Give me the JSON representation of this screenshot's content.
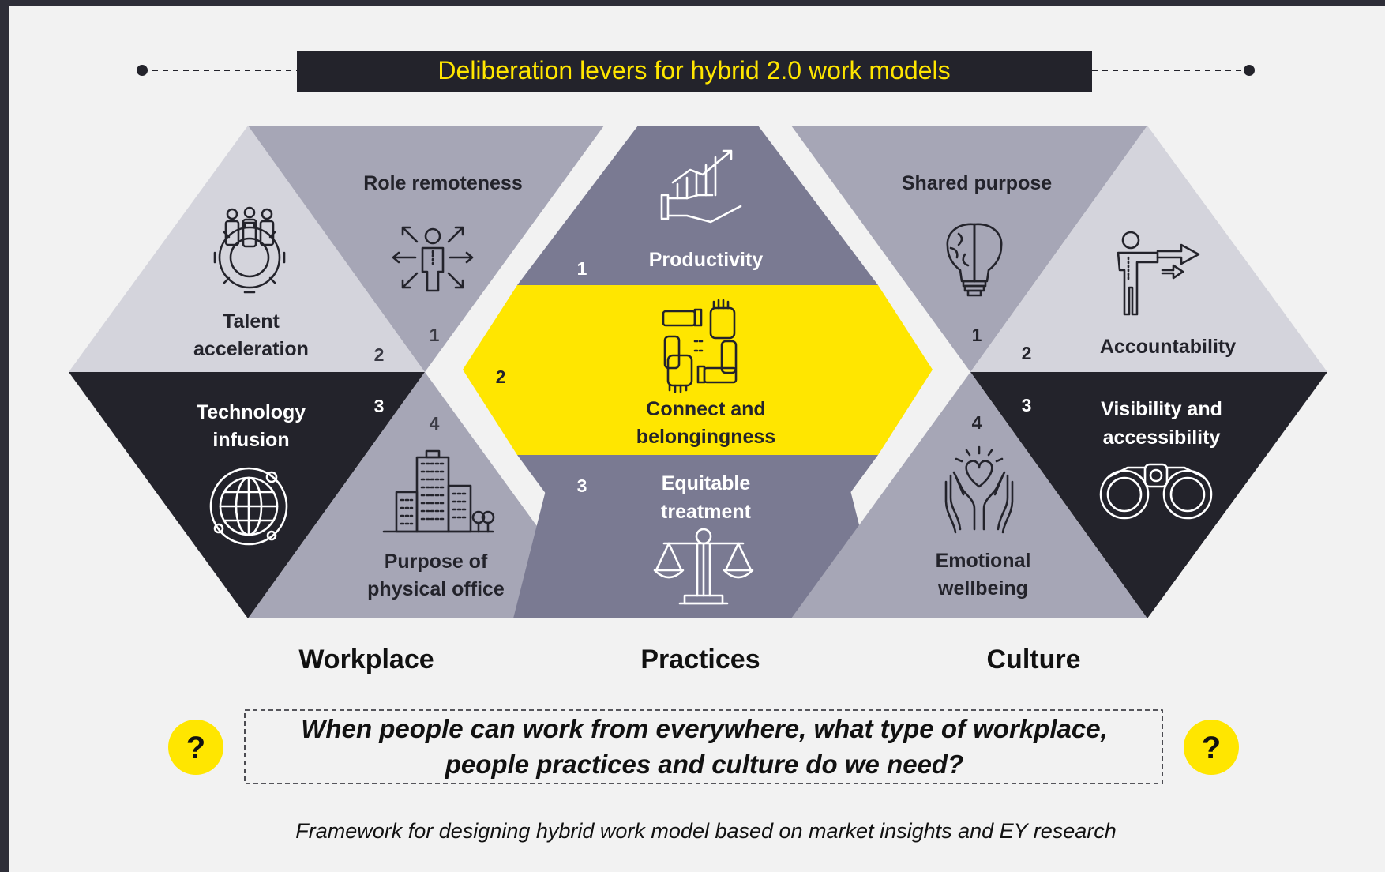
{
  "title": "Deliberation levers for hybrid 2.0 work models",
  "colors": {
    "yellow": "#ffe600",
    "dark": "#23232b",
    "light_grey": "#d4d4dc",
    "mid_grey": "#a6a6b6",
    "slate": "#7a7a92",
    "background": "#f2f2f2"
  },
  "groups": {
    "workplace": {
      "label": "Workplace",
      "items": [
        {
          "number": "1",
          "label": "Role remoteness",
          "icon": "person-arrows-icon"
        },
        {
          "number": "2",
          "label_line1": "Talent",
          "label_line2": "acceleration",
          "icon": "team-gear-icon"
        },
        {
          "number": "3",
          "label_line1": "Technology",
          "label_line2": "infusion",
          "icon": "globe-orbit-icon"
        },
        {
          "number": "4",
          "label_line1": "Purpose of",
          "label_line2": "physical office",
          "icon": "office-building-icon"
        }
      ]
    },
    "practices": {
      "label": "Practices",
      "items": [
        {
          "number": "1",
          "label": "Productivity",
          "icon": "growth-chart-hand-icon"
        },
        {
          "number": "2",
          "label_line1": "Connect and",
          "label_line2": "belongingness",
          "icon": "joined-hands-icon"
        },
        {
          "number": "3",
          "label_line1": "Equitable",
          "label_line2": "treatment",
          "icon": "balance-scale-icon"
        }
      ]
    },
    "culture": {
      "label": "Culture",
      "items": [
        {
          "number": "1",
          "label": "Shared purpose",
          "icon": "brain-bulb-icon"
        },
        {
          "number": "2",
          "label": "Accountability",
          "icon": "person-pointing-icon"
        },
        {
          "number": "3",
          "label_line1": "Visibility and",
          "label_line2": "accessibility",
          "icon": "binoculars-icon"
        },
        {
          "number": "4",
          "label_line1": "Emotional",
          "label_line2": "wellbeing",
          "icon": "hands-heart-icon"
        }
      ]
    }
  },
  "question": {
    "line1": "When people can work from everywhere, what type of workplace,",
    "line2": "people practices and culture do we need?",
    "badge": "?"
  },
  "caption": "Framework for designing hybrid work model based on market insights and EY research"
}
